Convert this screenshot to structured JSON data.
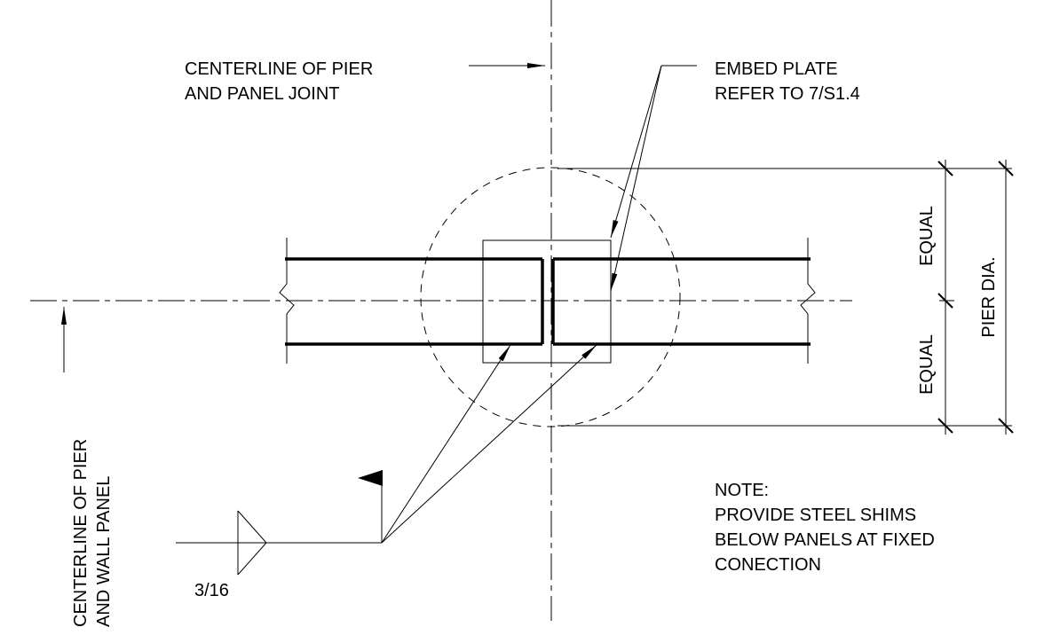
{
  "labels": {
    "centerline_pier_panel_joint": [
      "CENTERLINE OF PIER",
      "AND PANEL JOINT"
    ],
    "embed_plate": [
      "EMBED PLATE",
      "REFER TO 7/S1.4"
    ],
    "equal_top": "EQUAL",
    "equal_bottom": "EQUAL",
    "pier_dia": "PIER DIA.",
    "centerline_pier_wall_panel": [
      "CENTERLINE OF PIER",
      "AND WALL PANEL"
    ],
    "weld_size": "3/16",
    "note": [
      "NOTE:",
      "PROVIDE STEEL SHIMS",
      "BELOW PANELS AT FIXED",
      "CONECTION"
    ]
  }
}
